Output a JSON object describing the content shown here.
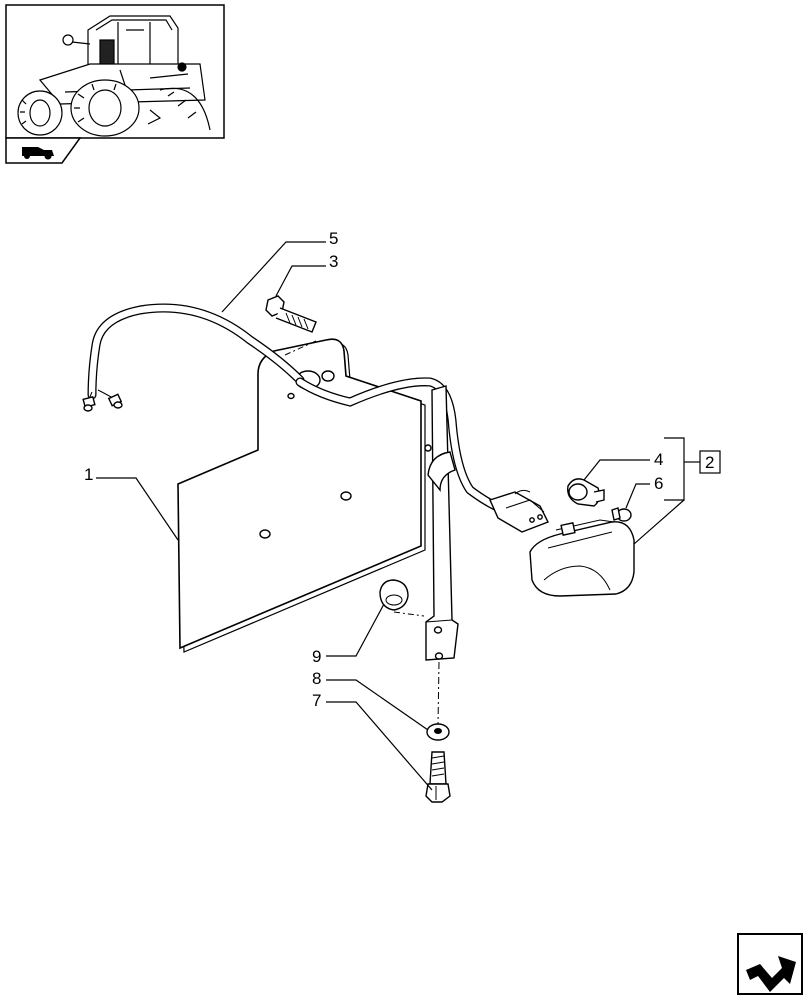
{
  "thumbnail": {
    "icon": "tractor-thumbnail-icon",
    "badge_icon": "tractor-symbol-icon"
  },
  "callouts": {
    "c1": "1",
    "c2": "2",
    "c3": "3",
    "c4": "4",
    "c5": "5",
    "c6": "6",
    "c7": "7",
    "c8": "8",
    "c9": "9"
  },
  "navigation": {
    "icon": "next-page-arrow-icon"
  }
}
